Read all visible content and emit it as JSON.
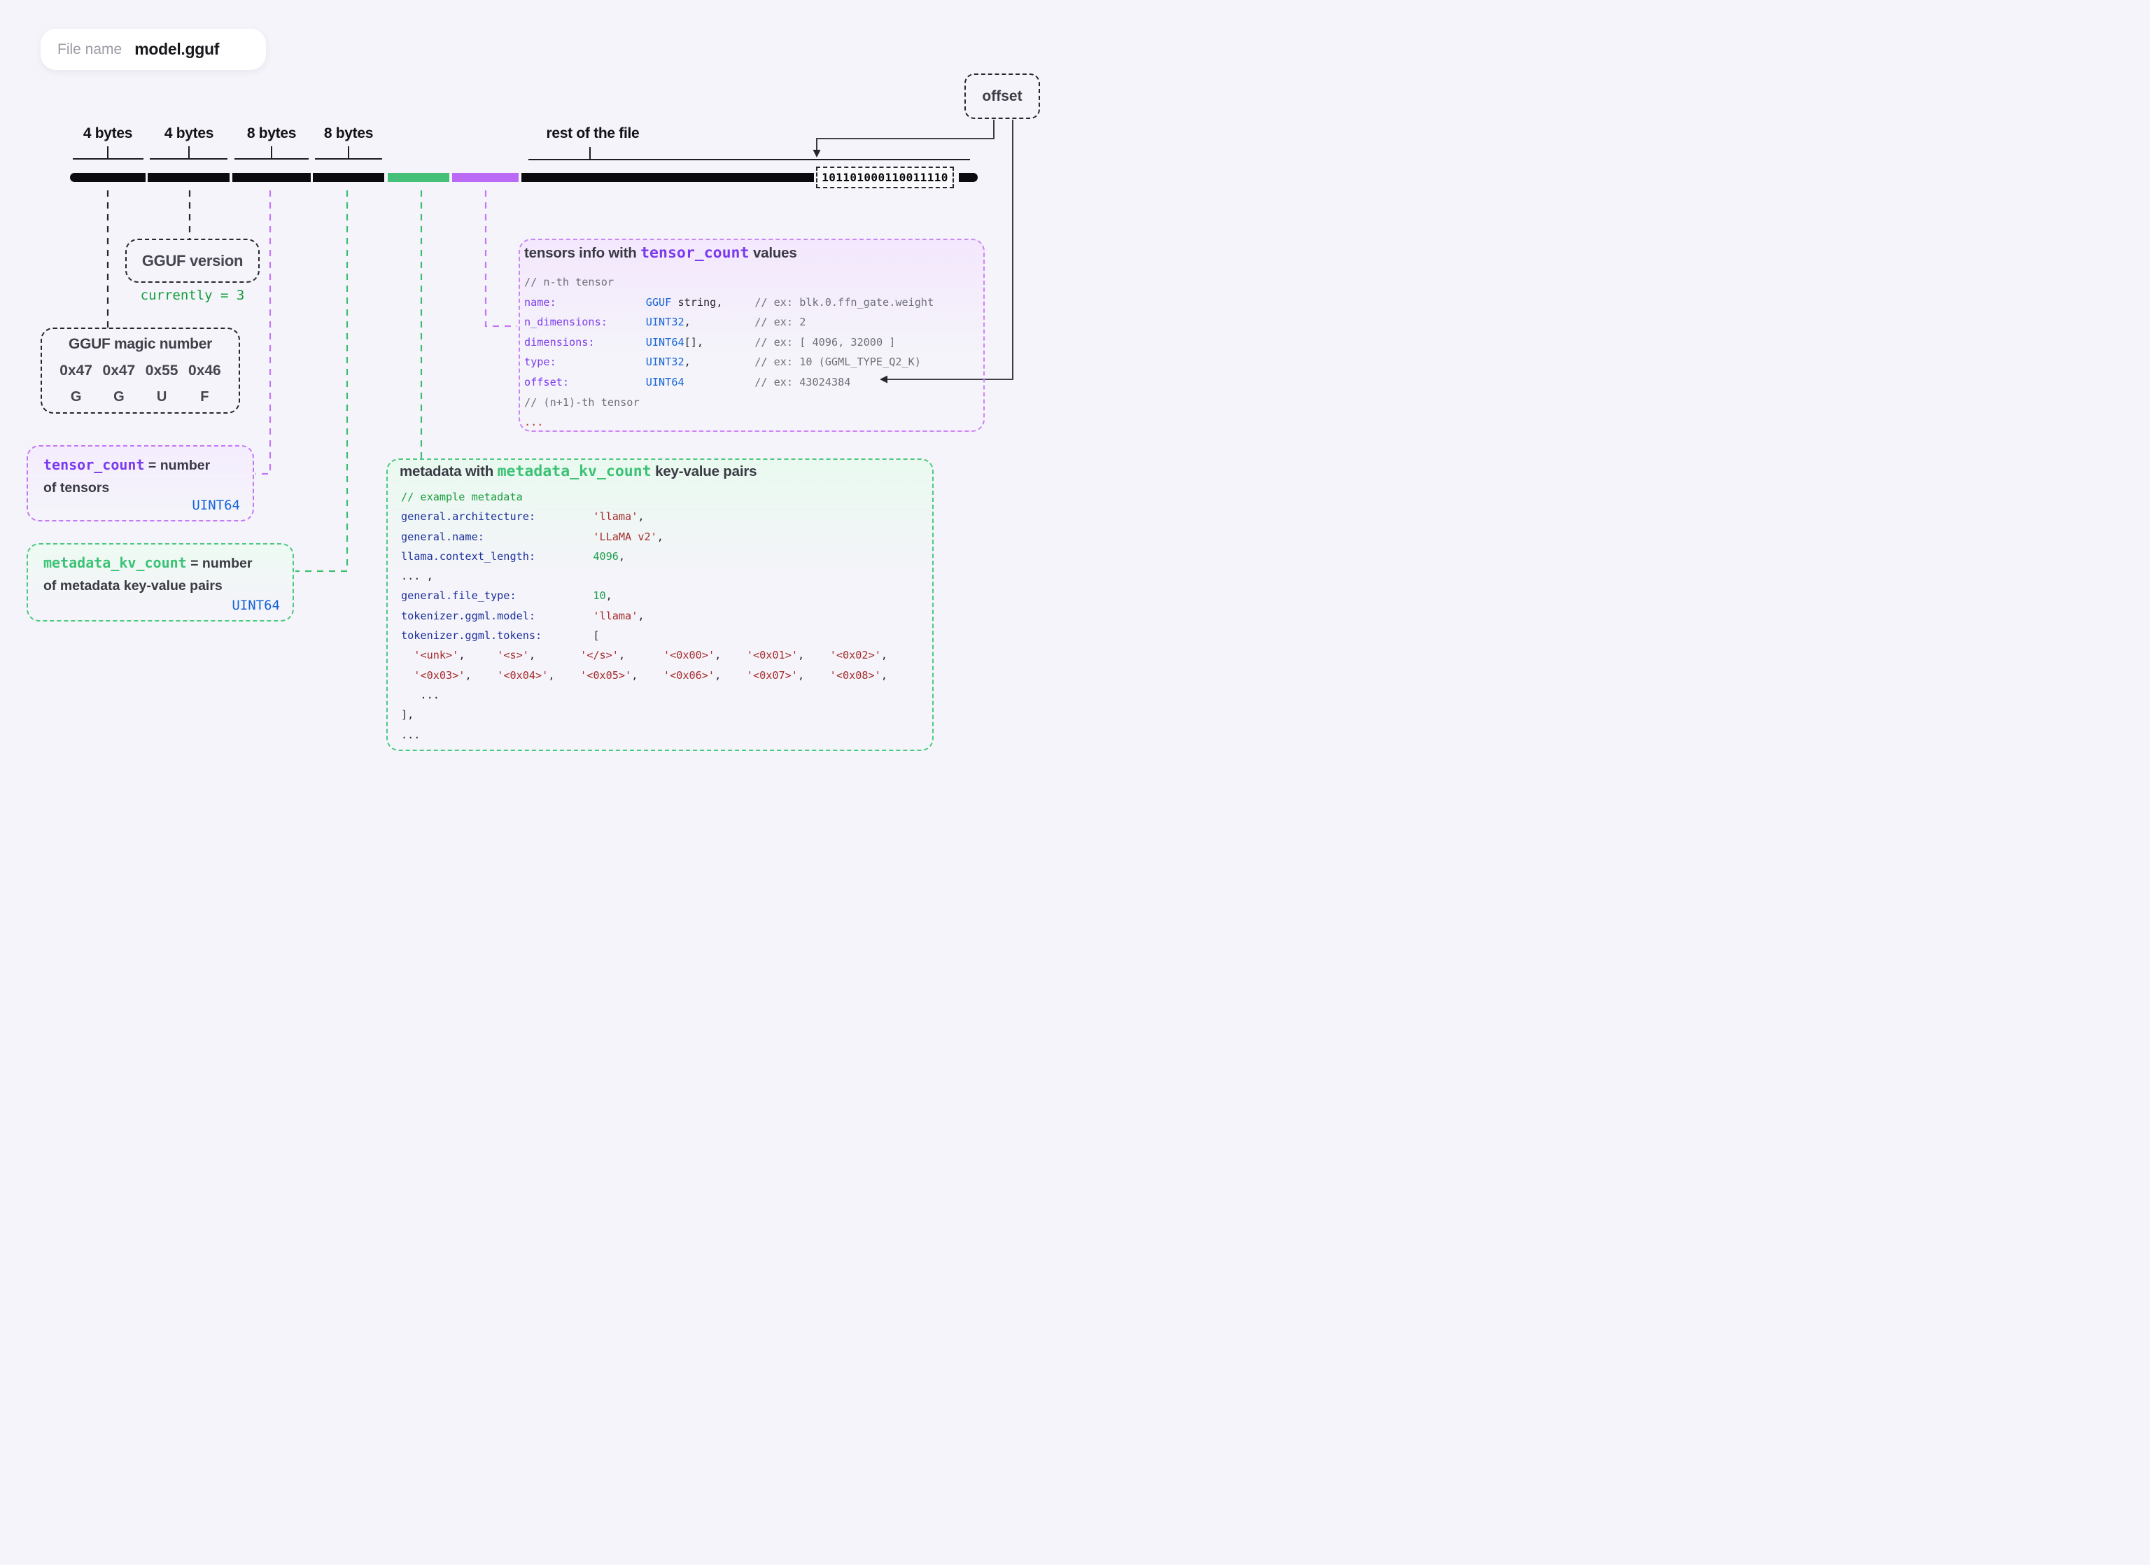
{
  "file_pill": {
    "label": "File name",
    "value": "model.gguf"
  },
  "bar": {
    "segment_labels": [
      "4 bytes",
      "4 bytes",
      "8 bytes",
      "8 bytes"
    ],
    "rest_label": "rest of the file",
    "offset_label": "offset",
    "binary": "101101000110011110",
    "colors": {
      "black": "#0c0c10",
      "green": "#45c078",
      "purple": "#bb6af5"
    }
  },
  "version_box": {
    "title": "GGUF version",
    "note": "currently = 3"
  },
  "magic_box": {
    "title": "GGUF magic number",
    "hex": [
      "0x47",
      "0x47",
      "0x55",
      "0x46"
    ],
    "chars": [
      "G",
      "G",
      "U",
      "F"
    ]
  },
  "tensor_count_box": {
    "name": "tensor_count",
    "eq": " = number",
    "line2": "of tensors",
    "type": "UINT64"
  },
  "metadata_kv_count_box": {
    "name": "metadata_kv_count",
    "eq": " = number",
    "line2": "of metadata key-value pairs",
    "type": "UINT64"
  },
  "tensors_box": {
    "title_pre": "tensors info with ",
    "title_code": "tensor_count",
    "title_post": " values",
    "lines": [
      [
        [
          "gr",
          "// n-th tensor"
        ]
      ],
      [
        [
          "k",
          "name:"
        ],
        [
          "d",
          "              "
        ],
        [
          "b",
          "GGUF"
        ],
        [
          "d",
          " string,     "
        ],
        [
          "gr",
          "// ex: blk.0.ffn_gate.weight"
        ]
      ],
      [
        [
          "k",
          "n_dimensions:"
        ],
        [
          "d",
          "      "
        ],
        [
          "b",
          "UINT32"
        ],
        [
          "d",
          ",          "
        ],
        [
          "gr",
          "// ex: 2"
        ]
      ],
      [
        [
          "k",
          "dimensions:"
        ],
        [
          "d",
          "        "
        ],
        [
          "b",
          "UINT64"
        ],
        [
          "d",
          "[],        "
        ],
        [
          "gr",
          "// ex: [ 4096, 32000 ]"
        ]
      ],
      [
        [
          "k",
          "type:"
        ],
        [
          "d",
          "              "
        ],
        [
          "b",
          "UINT32"
        ],
        [
          "d",
          ",          "
        ],
        [
          "gr",
          "// ex: 10 (GGML_TYPE_Q2_K)"
        ]
      ],
      [
        [
          "k",
          "offset:"
        ],
        [
          "d",
          "            "
        ],
        [
          "b",
          "UINT64"
        ],
        [
          "d",
          "           "
        ],
        [
          "gr",
          "// ex: 43024384"
        ]
      ],
      [
        [
          "gr",
          "// (n+1)-th tensor"
        ]
      ],
      [
        [
          "rd",
          "..."
        ]
      ]
    ]
  },
  "metadata_box": {
    "title_pre": "metadata with ",
    "title_code": "metadata_kv_count",
    "title_post": " key-value pairs",
    "lines": [
      [
        [
          "g",
          "// example metadata"
        ]
      ],
      [
        [
          "n",
          "general.architecture:"
        ],
        [
          "d",
          "         "
        ],
        [
          "r",
          "'llama'"
        ],
        [
          "d",
          ","
        ]
      ],
      [
        [
          "n",
          "general.name:"
        ],
        [
          "d",
          "                 "
        ],
        [
          "r",
          "'LLaMA v2'"
        ],
        [
          "d",
          ","
        ]
      ],
      [
        [
          "n",
          "llama.context_length:"
        ],
        [
          "d",
          "         "
        ],
        [
          "gn",
          "4096"
        ],
        [
          "d",
          ","
        ]
      ],
      [
        [
          "d",
          "... ,"
        ]
      ],
      [
        [
          "n",
          "general.file_type:"
        ],
        [
          "d",
          "            "
        ],
        [
          "gn",
          "10"
        ],
        [
          "d",
          ","
        ]
      ],
      [
        [
          "n",
          "tokenizer.ggml.model:"
        ],
        [
          "d",
          "         "
        ],
        [
          "r",
          "'llama'"
        ],
        [
          "d",
          ","
        ]
      ],
      [
        [
          "n",
          "tokenizer.ggml.tokens:"
        ],
        [
          "d",
          "        ["
        ]
      ],
      [
        [
          "d",
          "  "
        ],
        [
          "r",
          "'<unk>'"
        ],
        [
          "d",
          ",     "
        ],
        [
          "r",
          "'<s>'"
        ],
        [
          "d",
          ",       "
        ],
        [
          "r",
          "'</s>'"
        ],
        [
          "d",
          ",      "
        ],
        [
          "r",
          "'<0x00>'"
        ],
        [
          "d",
          ",    "
        ],
        [
          "r",
          "'<0x01>'"
        ],
        [
          "d",
          ",    "
        ],
        [
          "r",
          "'<0x02>'"
        ],
        [
          "d",
          ","
        ]
      ],
      [
        [
          "d",
          "  "
        ],
        [
          "r",
          "'<0x03>'"
        ],
        [
          "d",
          ",    "
        ],
        [
          "r",
          "'<0x04>'"
        ],
        [
          "d",
          ",    "
        ],
        [
          "r",
          "'<0x05>'"
        ],
        [
          "d",
          ",    "
        ],
        [
          "r",
          "'<0x06>'"
        ],
        [
          "d",
          ",    "
        ],
        [
          "r",
          "'<0x07>'"
        ],
        [
          "d",
          ",    "
        ],
        [
          "r",
          "'<0x08>'"
        ],
        [
          "d",
          ","
        ]
      ],
      [
        [
          "d",
          "   ..."
        ]
      ],
      [
        [
          "d",
          "],"
        ]
      ],
      [
        [
          "d",
          "..."
        ]
      ]
    ]
  }
}
